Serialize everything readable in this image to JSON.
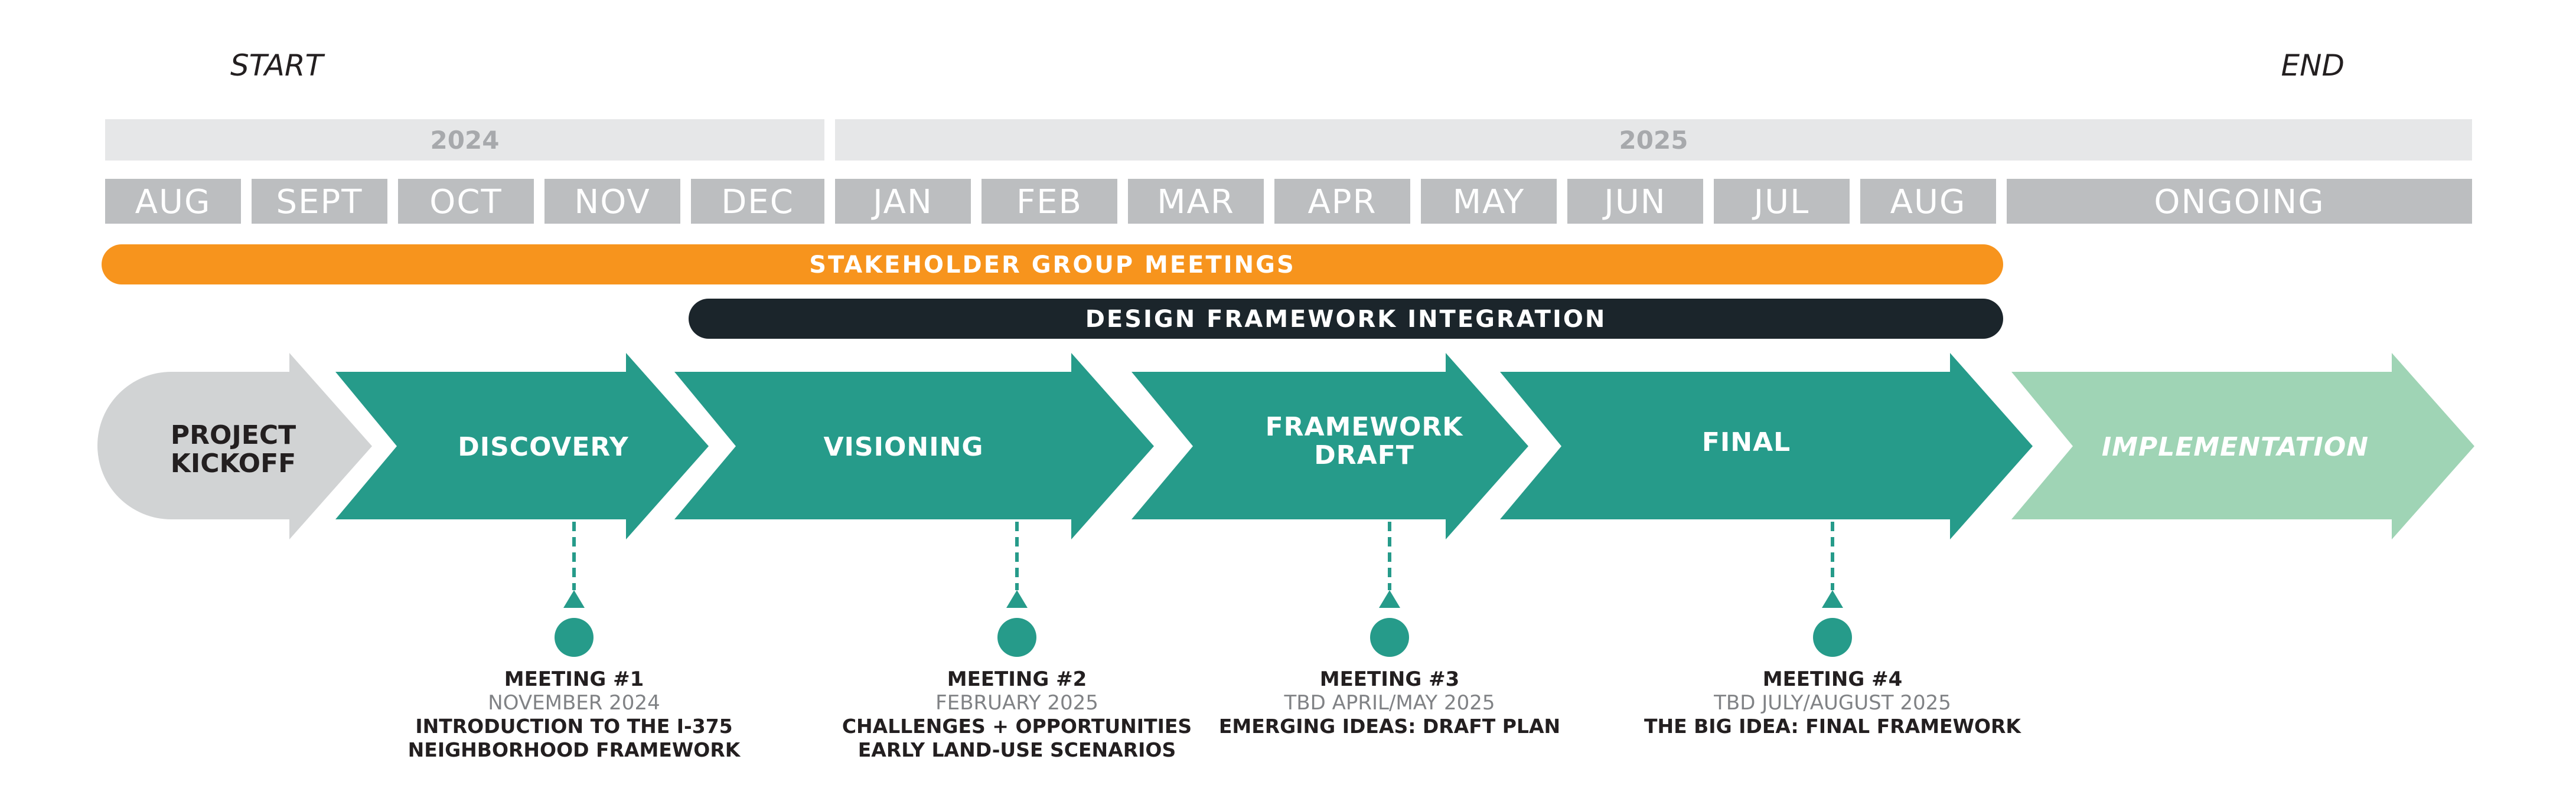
{
  "timeline": {
    "start_label": "START",
    "end_label": "END",
    "years": [
      {
        "label": "2024"
      },
      {
        "label": "2025"
      }
    ],
    "months": [
      {
        "label": "AUG"
      },
      {
        "label": "SEPT"
      },
      {
        "label": "OCT"
      },
      {
        "label": "NOV"
      },
      {
        "label": "DEC"
      },
      {
        "label": "JAN"
      },
      {
        "label": "FEB"
      },
      {
        "label": "MAR"
      },
      {
        "label": "APR"
      },
      {
        "label": "MAY"
      },
      {
        "label": "JUN"
      },
      {
        "label": "JUL"
      },
      {
        "label": "AUG"
      },
      {
        "label": "ONGOING"
      }
    ],
    "bars": [
      {
        "label": "STAKEHOLDER GROUP MEETINGS",
        "color": "#f7941d"
      },
      {
        "label": "DESIGN FRAMEWORK INTEGRATION",
        "color": "#1b252b"
      }
    ]
  },
  "phases": [
    {
      "lines": [
        "PROJECT",
        "KICKOFF"
      ],
      "color": "#d1d3d4",
      "text_color": "#231f20"
    },
    {
      "lines": [
        "DISCOVERY"
      ],
      "color": "#269b8a",
      "text_color": "#ffffff"
    },
    {
      "lines": [
        "VISIONING"
      ],
      "color": "#269b8a",
      "text_color": "#ffffff"
    },
    {
      "lines": [
        "FRAMEWORK",
        "DRAFT"
      ],
      "color": "#269b8a",
      "text_color": "#ffffff"
    },
    {
      "lines": [
        "FINAL"
      ],
      "color": "#269b8a",
      "text_color": "#ffffff"
    },
    {
      "lines": [
        "IMPLEMENTATION"
      ],
      "color": "#9fd4b5",
      "text_color": "#ffffff"
    }
  ],
  "meetings": [
    {
      "title": "MEETING #1",
      "date": "NOVEMBER 2024",
      "desc": [
        "INTRODUCTION TO THE I-375",
        "NEIGHBORHOOD FRAMEWORK"
      ]
    },
    {
      "title": "MEETING #2",
      "date": "FEBRUARY 2025",
      "desc": [
        "CHALLENGES + OPPORTUNITIES",
        "EARLY LAND-USE SCENARIOS"
      ]
    },
    {
      "title": "MEETING #3",
      "date": "TBD APRIL/MAY 2025",
      "desc": [
        "EMERGING IDEAS: DRAFT PLAN"
      ]
    },
    {
      "title": "MEETING #4",
      "date": "TBD JULY/AUGUST 2025",
      "desc": [
        "THE BIG IDEA: FINAL FRAMEWORK"
      ]
    }
  ],
  "colors": {
    "year_band": "#e6e7e8",
    "month_band": "#bcbec0",
    "teal": "#269b8a"
  }
}
